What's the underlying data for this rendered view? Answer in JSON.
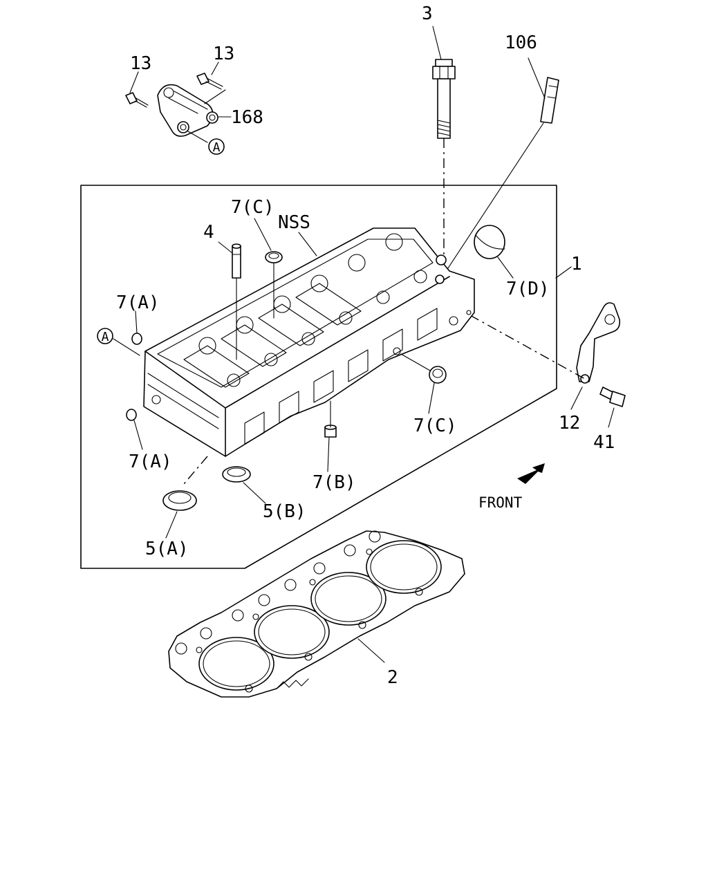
{
  "callouts": {
    "bolt_13_left": "13",
    "bolt_13_right": "13",
    "bracket_168": "168",
    "ref_a_top": "A",
    "bolt_3": "3",
    "dipstick_106": "106",
    "head_assembly_1": "1",
    "nss": "NSS",
    "guide_4": "4",
    "plug_7c_top": "7(C)",
    "plug_7d": "7(D)",
    "plug_7a_upper": "7(A)",
    "ref_a_side": "A",
    "plug_7a_lower": "7(A)",
    "seal_5a": "5(A)",
    "seal_5b": "5(B)",
    "pin_7b": "7(B)",
    "plug_7c_right": "7(C)",
    "bracket_12": "12",
    "bolt_41": "41",
    "gasket_2": "2",
    "front": "FRONT"
  }
}
